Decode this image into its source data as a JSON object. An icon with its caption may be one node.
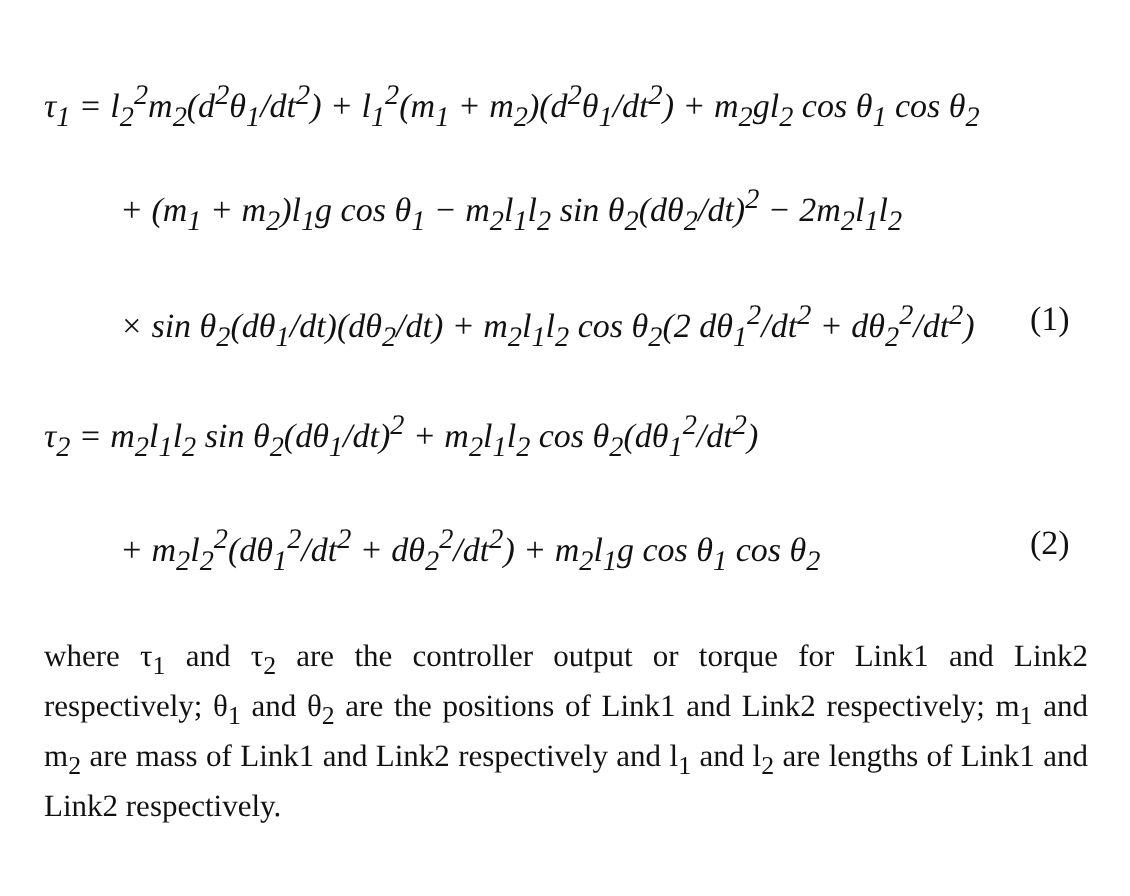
{
  "diagram": {
    "labels": [
      "τ$_{1}$ = l$_{2}$$^{2}$m$_{2}$(d$^{2}$θ$_{1}$/dt$^{2}$) + l$_{1}$$^{2}$(m$_{1}$ + m$_{2}$)(d$^{2}$θ$_{1}$/dt$^{2}$) + m$_{2}$gl$_{2}$ cos θ$_{1}$ cos θ$_{2}$",
      "+ (m$_{1}$ + m$_{2}$)l$_{1}$g cos θ$_{1}$ − m$_{2}$l$_{1}$l$_{2}$ sin θ$_{2}$(dθ$_{2}$/dt)$^{2}$ − 2m$_{2}$l$_{1}$l$_{2}$",
      "× sin θ$_{2}$(dθ$_{1}$/dt)(dθ$_{2}$/dt) + m$_{2}$l$_{1}$l$_{2}$ cos θ$_{2}$(2 dθ$_{1}$$^{2}$/dt$^{2}$ + dθ$_{2}$$^{2}$/dt$^{2}$)",
      "(1)",
      "τ$_{2}$ = m$_{2}$l$_{1}$l$_{2}$ sin θ$_{2}$(dθ$_{1}$/dt)$^{2}$ + m$_{2}$l$_{1}$l$_{2}$ cos θ$_{2}$(dθ$_{1}$$^{2}$/dt$^{2}$)",
      "+ m$_{2}$l$_{2}$$^{2}$(dθ$_{1}$$^{2}$/dt$^{2}$ + dθ$_{2}$$^{2}$/dt$^{2}$) + m$_{2}$l$_{1}$g cos θ$_{1}$ cos θ$_{2}$",
      "(2)",
      "where τ$_{1}$ and τ$_{2}$ are the controller output or torque for Link1 and Link2 respectively; θ$_{1}$ and θ$_{2}$ are the positions of Link1 and Link2 respectively; m$_{1}$ and m$_{2}$ are mass of Link1 and Link2 respectively and l$_{1}$ and l$_{2}$ are lengths of Link1 and Link2 respectively."
    ]
  }
}
